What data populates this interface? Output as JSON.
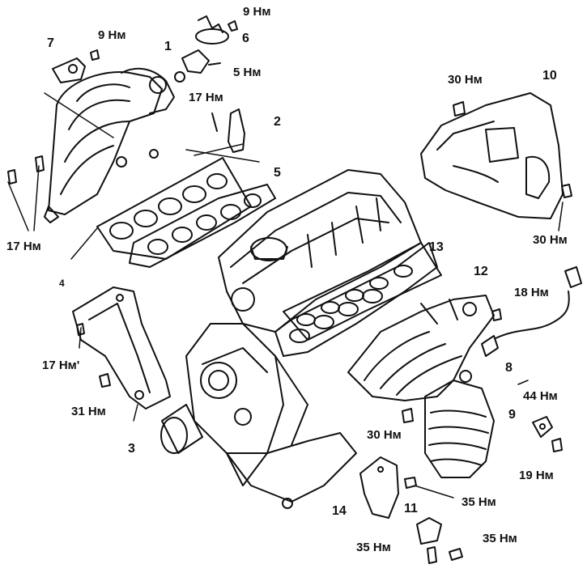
{
  "part_labels": {
    "p1": "1",
    "p2": "2",
    "p3": "3",
    "p4": "4",
    "p5": "5",
    "p6": "6",
    "p7": "7",
    "p8": "8",
    "p9": "9",
    "p10": "10",
    "p11": "11",
    "p12": "12",
    "p13": "13",
    "p14": "14"
  },
  "torque_labels": {
    "t_9_top": "9 Нм",
    "t_9_left": "9 Нм",
    "t_5": "5 Нм",
    "t_17_center": "17 Нм",
    "t_30_top": "30 Нм",
    "t_30_right": "30 Нм",
    "t_17_left": "17 Нм",
    "t_18": "18 Нм",
    "t_17_bracket": "17 Нм'",
    "t_31": "31 Нм",
    "t_44": "44 Нм",
    "t_30_bottom": "30 Нм",
    "t_19": "19 Нм",
    "t_35_mid": "35 Нм",
    "t_35_bl": "35 Нм",
    "t_35_br": "35 Нм"
  }
}
